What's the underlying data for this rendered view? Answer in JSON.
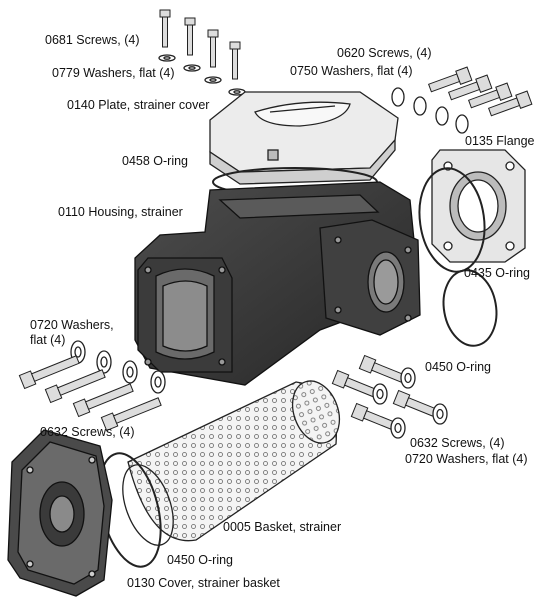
{
  "labels": {
    "screws_top_left": "0681 Screws, (4)",
    "washers_top_left": "0779 Washers, flat (4)",
    "plate": "0140 Plate, strainer cover",
    "oring_top": "0458 O-ring",
    "housing": "0110 Housing, strainer",
    "screws_top_right": "0620 Screws, (4)",
    "washers_top_right": "0750 Washers, flat (4)",
    "flange": "0135 Flange",
    "oring_flange": "0435 O-ring",
    "oring_mid_right": "0450 O-ring",
    "washers_left": "0720 Washers, flat (4)",
    "screws_left": "0632 Screws, (4)",
    "screws_right": "0632 Screws, (4)",
    "washers_right": "0720 Washers, flat (4)",
    "basket": "0005 Basket, strainer",
    "oring_bottom": "0450 O-ring",
    "cover": "0130 Cover, strainer basket"
  },
  "colors": {
    "housing_dark": "#3a3a3a",
    "housing_mid": "#5a5a5a",
    "outline": "#1a1a1a",
    "light_part": "#e8e8e8"
  }
}
